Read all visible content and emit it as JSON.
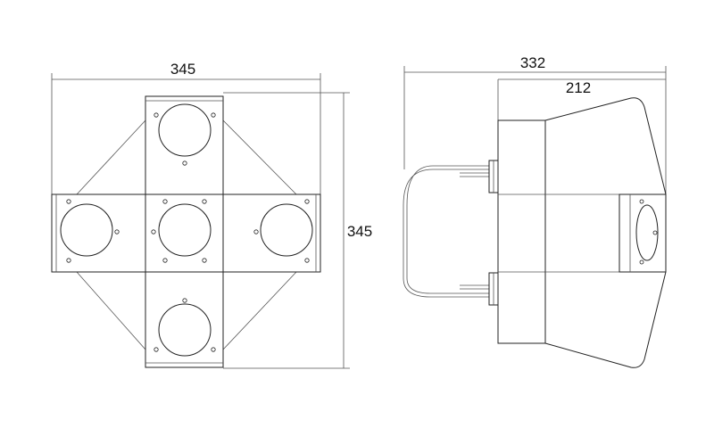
{
  "front_view": {
    "width_dim": "345",
    "height_dim": "345"
  },
  "side_view": {
    "overall_depth_dim": "332",
    "head_depth_dim": "212"
  },
  "colors": {
    "line": "#222222",
    "dim_line": "#555555",
    "background": "#ffffff"
  }
}
